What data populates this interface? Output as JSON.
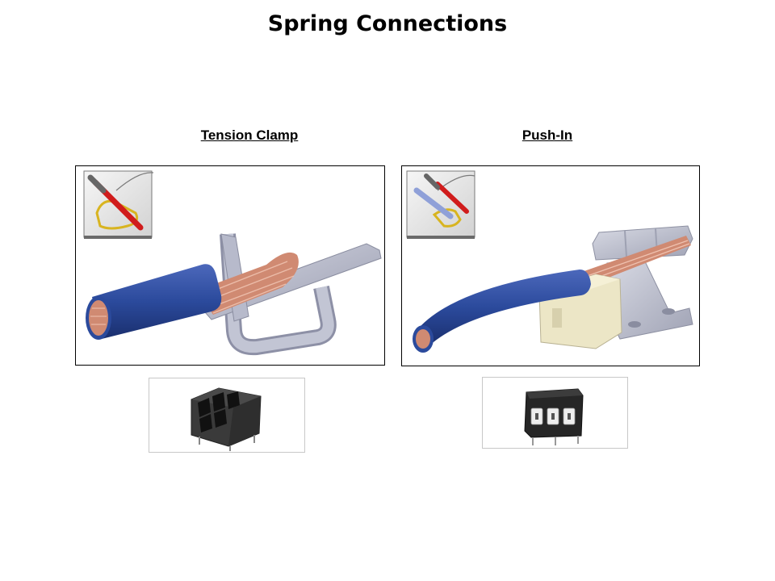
{
  "slide": {
    "title": "Spring Connections"
  },
  "sections": [
    {
      "label": "Tension Clamp"
    },
    {
      "label": "Push-In"
    }
  ],
  "colors": {
    "wire_insulation": "#2b4a9c",
    "copper": "#d08a72",
    "metal": "#b3b6c6",
    "housing_dark": "#3a3a3a",
    "plastic_cream": "#ece6c6",
    "panel_border": "#000000",
    "photo_border": "#c8c8c8"
  }
}
